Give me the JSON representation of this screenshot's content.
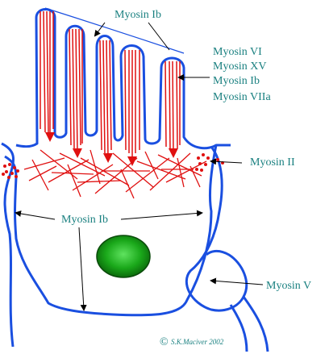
{
  "labels": {
    "myosin_ib_top": "Myosin Ib",
    "myosin_vi": "Myosin VI",
    "myosin_xv": "Myosin XV",
    "myosin_ib_right": "Myosin Ib",
    "myosin_viia": "Myosin VIIa",
    "myosin_ii": "Myosin II",
    "myosin_ib_lower": "Myosin Ib",
    "myosin_v": "Myosin V"
  },
  "copyright": {
    "symbol": "©",
    "text": "S.K.Maciver 2002"
  },
  "colors": {
    "membrane": "#1a4fe0",
    "actin": "#e01010",
    "nucleus": "#1aa81a",
    "label_text": "#1a8080",
    "arrow": "#000000"
  }
}
